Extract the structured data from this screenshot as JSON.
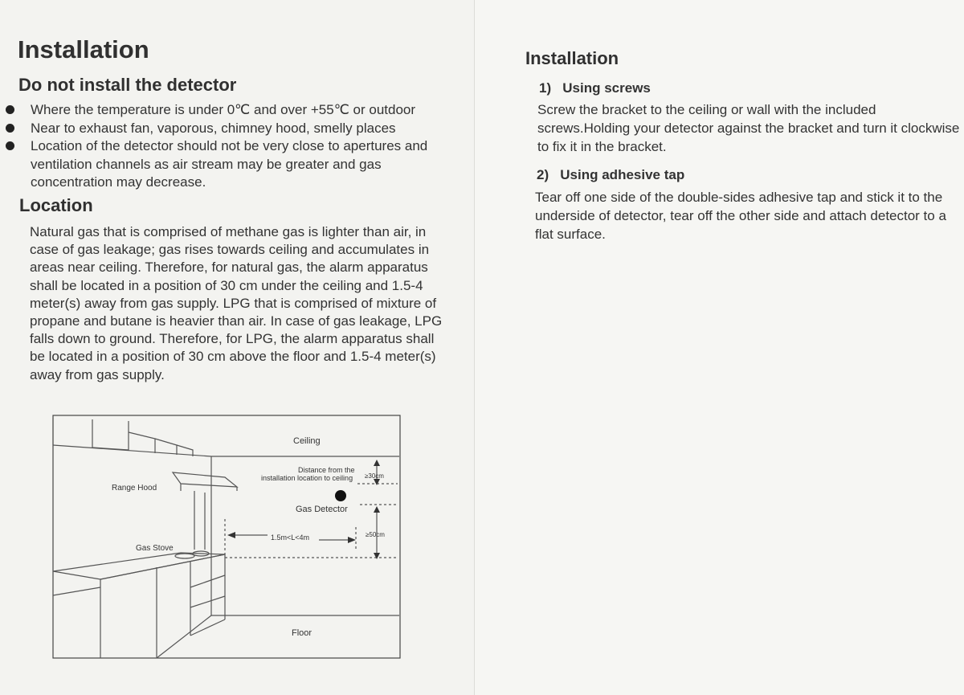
{
  "left_page": {
    "title": "Installation",
    "subtitle": "Do not install the detector",
    "bullets": [
      "Where the temperature is under 0℃ and over +55℃ or outdoor",
      "Near to exhaust fan, vaporous, chimney hood, smelly places",
      "Location of the detector should not be very close to apertures and ventilation channels as air stream may be greater and gas concentration may decrease."
    ],
    "location_heading": "Location",
    "location_text": "Natural gas that is comprised of methane gas is lighter than air, in case of gas leakage; gas rises towards ceiling and accumulates in areas near ceiling. Therefore, for natural gas, the alarm apparatus shall be located in a position of 30 cm under the ceiling and 1.5-4 meter(s) away from gas supply. LPG that is comprised of mixture of propane and butane is heavier than air. In case of gas leakage, LPG falls down to ground. Therefore, for LPG, the alarm apparatus shall be located in a position of 30 cm above the floor and 1.5-4 meter(s) away from gas supply."
  },
  "diagram": {
    "ceiling": "Ceiling",
    "distance_line1": "Distance from the",
    "distance_line2": "installation location to ceiling",
    "ceiling_dist": "≥30cm",
    "range_hood": "Range Hood",
    "gas_detector": "Gas Detector",
    "horizontal_dist": "1.5m<L<4m",
    "lower_dist": "≥50cm",
    "gas_stove": "Gas Stove",
    "floor": "Floor"
  },
  "right_page": {
    "title": "Installation",
    "step1_heading": "1)   Using screws",
    "step1_text": "Screw the bracket to the ceiling or wall with the included screws.Holding your detector against the bracket and turn it clockwise to fix it in the bracket.",
    "step2_heading": "2)   Using adhesive tap",
    "step2_text": "Tear off one side of the double-sides adhesive tap and stick it to the underside of detector, tear off the other side and attach detector to a flat surface."
  }
}
